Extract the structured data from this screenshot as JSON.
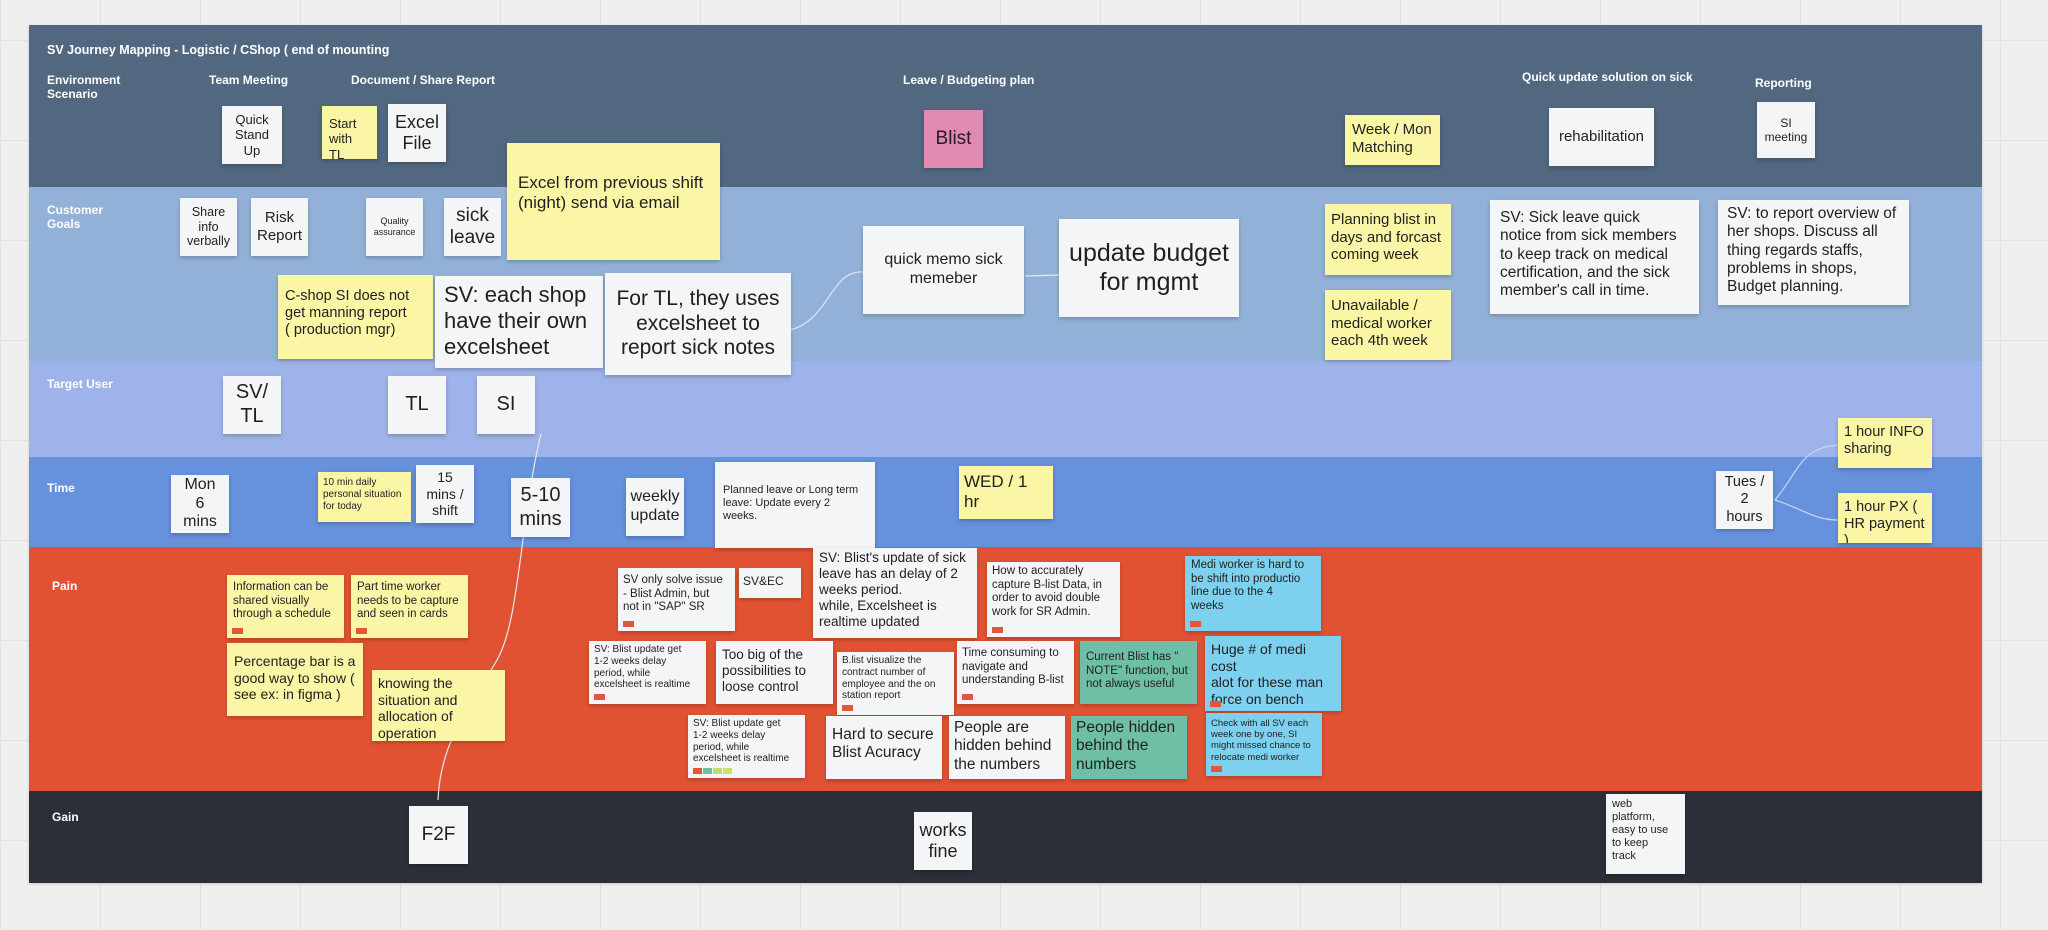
{
  "board": {
    "title": "SV Journey Mapping - Logistic / CShop ( end of mounting",
    "columns": {
      "environment": "Environment\nScenario",
      "team_meeting": "Team Meeting",
      "document_share": "Document / Share Report",
      "leave_budgeting": "Leave / Budgeting plan",
      "quick_update": "Quick update solution on sick",
      "reporting": "Reporting"
    },
    "rows": {
      "customer_goals": "Customer\nGoals",
      "target_user": "Target User",
      "time": "Time",
      "pain": "Pain",
      "gain": "Gain"
    }
  },
  "notes": {
    "env": {
      "quick_stand_up": "Quick\nStand\nUp",
      "start_with_tl": "Start\nwith TL",
      "excel_file": "Excel\nFile",
      "blist": "Blist",
      "week_mon_matching": "Week / Mon\nMatching",
      "rehabilitation": "rehabilitation",
      "si_meeting": "SI\nmeeting"
    },
    "goals": {
      "share_info": "Share\ninfo\nverbally",
      "risk_report": "Risk\nReport",
      "quality_assurance": "Quality\nassurance",
      "sick_leave": "sick\nleave",
      "excel_previous_shift": "Excel from previous shift\n(night) send via email",
      "cshop_si": "C-shop SI does not\nget manning report\n( production mgr)",
      "sv_each_shop": "SV: each shop\nhave their own\nexcelsheet",
      "for_tl": "For TL, they uses\nexcelsheet to\nreport sick notes",
      "quick_memo": "quick memo sick\nmemeber",
      "update_budget": "update budget\nfor mgmt",
      "planning_blist": "Planning blist in\ndays and forcast\ncoming week",
      "unavailable": "Unavailable /\nmedical worker\neach 4th week",
      "sv_sick_leave": "SV: Sick leave quick\nnotice from sick members\nto keep track on medical\ncertification, and the sick\nmember's call in time.",
      "sv_report_overview": "SV: to report overview of\nher shops. Discuss all\nthing regards staffs,\nproblems in shops,\nBudget planning."
    },
    "target": {
      "sv_tl": "SV/\nTL",
      "tl": "TL",
      "si": "SI"
    },
    "time": {
      "mon": "Mon\n6 mins",
      "ten_min": "10 min daily\npersonal situation\nfor today",
      "fifteen": "15\nmins /\nshift",
      "five_ten": "5-10\nmins",
      "weekly": "weekly\nupdate",
      "planned_leave": "Planned leave or Long term\nleave: Update every 2\nweeks.",
      "wed": "WED / 1\nhr",
      "tues": "Tues /\n2 hours",
      "info_sharing": "1 hour INFO\nsharing",
      "hr_payment": "1 hour PX (\nHR payment )"
    },
    "pain": {
      "info_visual": "Information can be\nshared visually\nthrough a schedule",
      "part_time": "Part time worker\nneeds to be capture\nand seen in cards",
      "percentage": "Percentage bar is a\ngood way to show (\nsee ex:  in figma  )",
      "knowing": "knowing the\nsituation and\nallocation of\noperation",
      "sv_only_solve": "SV only solve issue\n- Blist Admin, but\nnot in \"SAP\" SR",
      "sv_ec": "SV&EC",
      "sv_blist_update_delay": "SV: Blist's update of sick\nleave has an delay of 2\nweeks period.\nwhile, Excelsheet is\nrealtime updated",
      "how_to_capture": "How to accurately\ncapture B-list Data, in\norder to avoid double\nwork for SR Admin.",
      "medi_worker": "Medi worker is hard to\nbe shift into productio\nline due to the 4\nweeks",
      "sv_blist_1": "SV: Blist update get\n1-2 weeks delay\nperiod, while\nexcelsheet is realtime",
      "too_big": "Too big of the\npossibilities to\nloose control",
      "blist_visualize": "B.list visualize the\ncontract number of\nemployee and the  on\nstation report",
      "time_consuming": "Time consuming to\nnavigate and\nunderstanding B-list",
      "current_blist": "Current Blist has \"\nNOTE\" function, but\nnot always useful",
      "huge_medi_cost": "Huge # of medi cost\nalot for these man\nforce on bench",
      "sv_blist_2": "SV: Blist update get\n1-2 weeks delay\nperiod, while\nexcelsheet is realtime",
      "hard_to_secure": "Hard to secure\nBlist Acuracy",
      "people_hidden_1": "People are\nhidden behind\nthe numbers",
      "people_hidden_2": "People hidden\nbehind the\nnumbers",
      "check_sv": "Check with all SV each\nweek one by one, SI\nmight missed chance to\nrelocate medi worker"
    },
    "gain": {
      "f2f": "F2F",
      "works_fine": "works\nfine",
      "web_platform": "web\nplatform,\neasy to use\nto keep\ntrack"
    }
  },
  "colors": {
    "environment_band": "#516880",
    "goals_band": "#93b1d8",
    "target_band": "#9eb3e9",
    "time_band": "#6691dd",
    "pain_band": "#e15233",
    "gain_band": "#2b2f38",
    "sticky_yellow": "#fbf5a6",
    "sticky_pink": "#e38ab3",
    "sticky_blue": "#7dd0ee",
    "sticky_teal": "#6fbfa6"
  }
}
